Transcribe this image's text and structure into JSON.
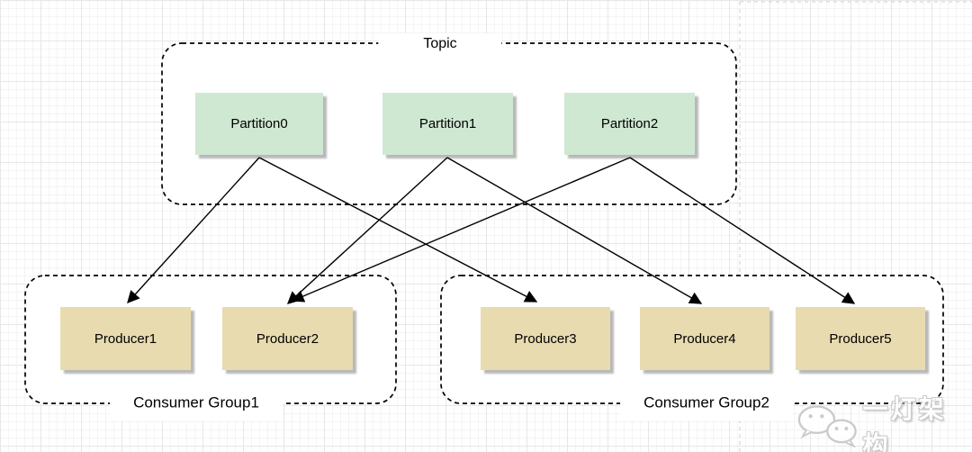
{
  "diagram": {
    "topic": {
      "label": "Topic",
      "partitions": [
        {
          "label": "Partition0"
        },
        {
          "label": "Partition1"
        },
        {
          "label": "Partition2"
        }
      ]
    },
    "groups": [
      {
        "label": "Consumer Group1",
        "consumers": [
          {
            "label": "Producer1"
          },
          {
            "label": "Producer2"
          }
        ]
      },
      {
        "label": "Consumer Group2",
        "consumers": [
          {
            "label": "Producer3"
          },
          {
            "label": "Producer4"
          },
          {
            "label": "Producer5"
          }
        ]
      }
    ],
    "edges": [
      {
        "from": "Partition0",
        "to": "Producer1"
      },
      {
        "from": "Partition0",
        "to": "Producer3"
      },
      {
        "from": "Partition1",
        "to": "Producer2"
      },
      {
        "from": "Partition1",
        "to": "Producer4"
      },
      {
        "from": "Partition2",
        "to": "Producer2"
      },
      {
        "from": "Partition2",
        "to": "Producer5"
      }
    ],
    "colors": {
      "partition_fill": "#cfe8d2",
      "consumer_fill": "#e8dbb0",
      "container_border": "#000000",
      "arrow": "#000000",
      "page_boundary": "#cccccc",
      "shadow": "#a0a0a0"
    }
  },
  "watermark": {
    "text": "一灯架构",
    "icon": "wechat-chat-bubbles-icon"
  }
}
